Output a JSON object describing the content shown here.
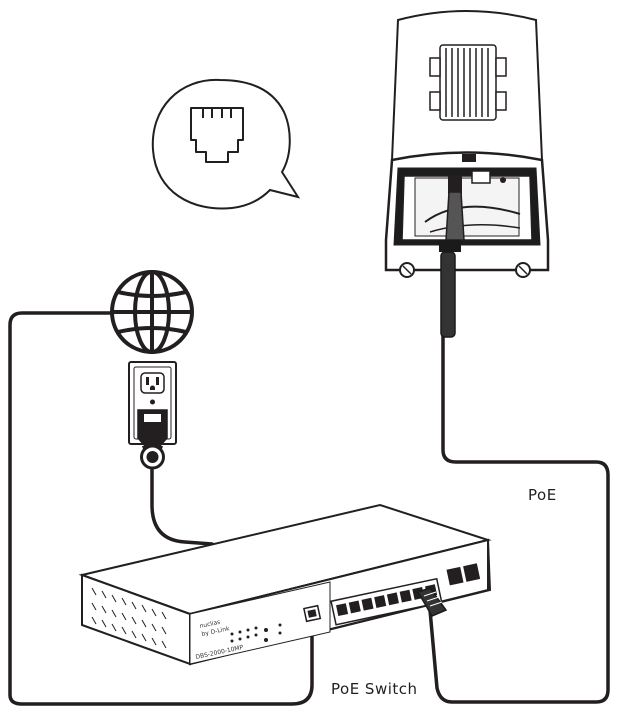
{
  "labels": {
    "poe": "PoE",
    "poe_switch": "PoE Switch"
  },
  "switch_device": {
    "brand": "nuclias",
    "brand_sub": "by D-Link",
    "model": "DBS-2000-10MP"
  },
  "icons": {
    "speech_bubble": "rj45-port-icon",
    "globe": "globe-icon",
    "outlet": "power-outlet-icon",
    "plug": "power-plug-icon",
    "access_point": "outdoor-access-point-icon",
    "switch": "poe-switch-icon"
  },
  "colors": {
    "line": "#231f20",
    "cable_stroke": "#1a1a1a",
    "background": "#ffffff"
  }
}
